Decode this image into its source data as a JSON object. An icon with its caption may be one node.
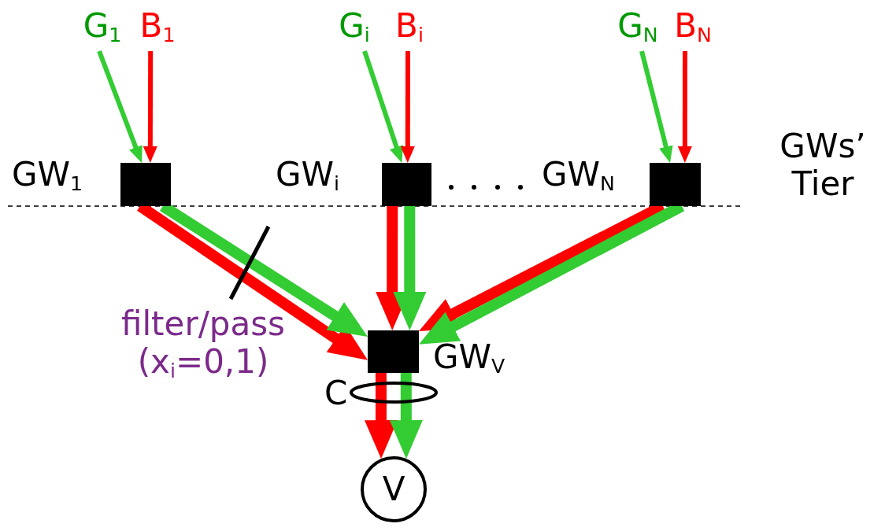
{
  "diagram": {
    "nodes": [
      {
        "text": [
          "G$_{1}$"
        ]
      },
      {
        "text": [
          "B$_{1}$"
        ]
      },
      {
        "text": [
          "G$_{i}$"
        ]
      },
      {
        "text": [
          "B$_{i}$"
        ]
      },
      {
        "text": [
          "G$_{N}$"
        ]
      },
      {
        "text": [
          "B$_{N}$"
        ]
      },
      {
        "text": [],
        "shape": "box",
        "beside": [
          "GW$_{1}$"
        ]
      },
      {
        "text": [],
        "shape": "box",
        "beside": [
          "GW$_{i}$"
        ]
      },
      {
        "text": [],
        "shape": "box",
        "beside": [
          "GW$_{N}$"
        ]
      },
      {
        "text": [],
        "shape": "box",
        "beside": [
          "GW$_{V}$"
        ]
      },
      {
        "text": [
          "V"
        ]
      }
    ],
    "edges": [
      {
        "from": 0,
        "to": 6,
        "arrow": "to",
        "color": "#33cc33"
      },
      {
        "from": 1,
        "to": 6,
        "arrow": "to",
        "color": "#ff0000"
      },
      {
        "from": 2,
        "to": 7,
        "arrow": "to",
        "color": "#33cc33"
      },
      {
        "from": 3,
        "to": 7,
        "arrow": "to",
        "color": "#ff0000"
      },
      {
        "from": 4,
        "to": 8,
        "arrow": "to",
        "color": "#33cc33"
      },
      {
        "from": 5,
        "to": 8,
        "arrow": "to",
        "color": "#ff0000"
      },
      {
        "from": 6,
        "to": 9,
        "arrow": "to",
        "color": "#ff0000"
      },
      {
        "from": 6,
        "to": 9,
        "arrow": "to",
        "color": "#33cc33"
      },
      {
        "from": 7,
        "to": 9,
        "arrow": "to",
        "color": "#ff0000"
      },
      {
        "from": 7,
        "to": 9,
        "arrow": "to",
        "color": "#33cc33"
      },
      {
        "from": 8,
        "to": 9,
        "arrow": "to",
        "color": "#ff0000"
      },
      {
        "from": 8,
        "to": 9,
        "arrow": "to",
        "color": "#33cc33"
      },
      {
        "from": 9,
        "to": 10,
        "arrow": "to",
        "color": "#ff0000"
      },
      {
        "from": 9,
        "to": 10,
        "arrow": "to",
        "color": "#33cc33"
      }
    ],
    "labels": [
      "GWs’ Tier",
      "filter/pass (x$_{i}$=0,1)",
      "C"
    ]
  }
}
